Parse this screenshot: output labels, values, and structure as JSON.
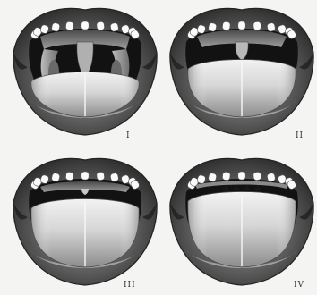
{
  "figure": {
    "panels": [
      {
        "label": "I",
        "visibility_class": 1,
        "visible_structures": [
          "soft-palate",
          "uvula",
          "faucial-pillars",
          "tonsils"
        ]
      },
      {
        "label": "II",
        "visibility_class": 2,
        "visible_structures": [
          "soft-palate",
          "uvula",
          "fauces"
        ]
      },
      {
        "label": "III",
        "visibility_class": 3,
        "visible_structures": [
          "soft-palate",
          "base-of-uvula"
        ]
      },
      {
        "label": "IV",
        "visibility_class": 4,
        "visible_structures": [
          "hard-palate"
        ]
      }
    ],
    "colors": {
      "background": "#f4f4f3",
      "lip_dark": "#3a3a3a",
      "tongue_light": "#e4e4e4",
      "throat_dark": "#121212",
      "teeth": "#fafafa"
    }
  }
}
